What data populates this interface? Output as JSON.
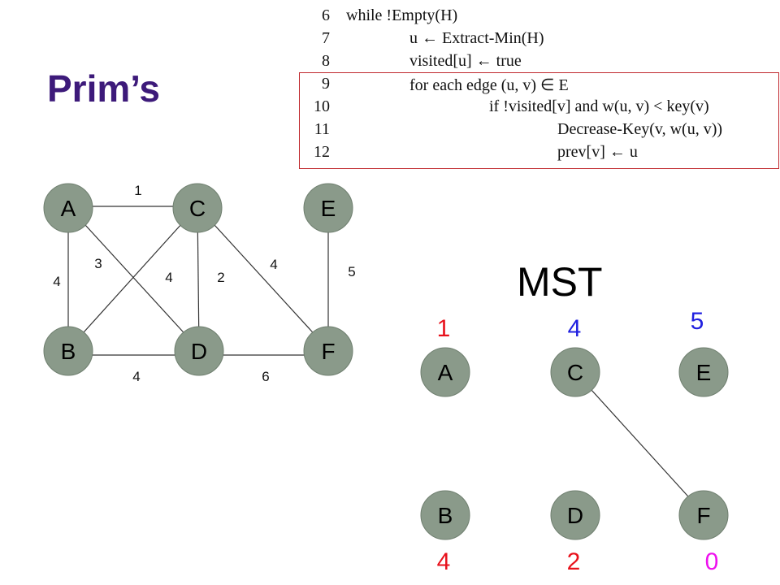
{
  "slide": {
    "title": "Prim’s",
    "mst_title": "MST"
  },
  "code": {
    "lines": [
      {
        "num": "6",
        "text": "while !Empty(H)"
      },
      {
        "num": "7",
        "text": "u ← Extract-Min(H)"
      },
      {
        "num": "8",
        "text": "visited[u] ← true"
      },
      {
        "num": "9",
        "text": "for each edge (u, v) ∈ E"
      },
      {
        "num": "10",
        "text": "if !visited[v] and w(u, v) < key(v)"
      },
      {
        "num": "11",
        "text": "Decrease-Key(v, w(u, v))"
      },
      {
        "num": "12",
        "text": "prev[v] ← u"
      }
    ]
  },
  "graph": {
    "nodes": [
      "A",
      "C",
      "E",
      "B",
      "D",
      "F"
    ],
    "edge_weights": {
      "A-C": "1",
      "A-D": "3",
      "A-B": "4",
      "B-C": "4",
      "C-D": "2",
      "C-F": "4",
      "E-F": "5",
      "B-D": "4",
      "D-F": "6"
    }
  },
  "mst": {
    "nodes": [
      "A",
      "C",
      "E",
      "B",
      "D",
      "F"
    ],
    "keys": {
      "A": "1",
      "C": "4",
      "E": "5",
      "B": "4",
      "D": "2",
      "F": "0"
    },
    "key_colors": {
      "A": "#e8121c",
      "C": "#2020e0",
      "E": "#2020e0",
      "B": "#e8121c",
      "D": "#e8121c",
      "F": "#ee11ee"
    },
    "edges": [
      "C-F"
    ]
  },
  "colors": {
    "title": "#3d1a7a",
    "node_fill": "#8a9a8a",
    "highlight_box": "#c0282d"
  }
}
